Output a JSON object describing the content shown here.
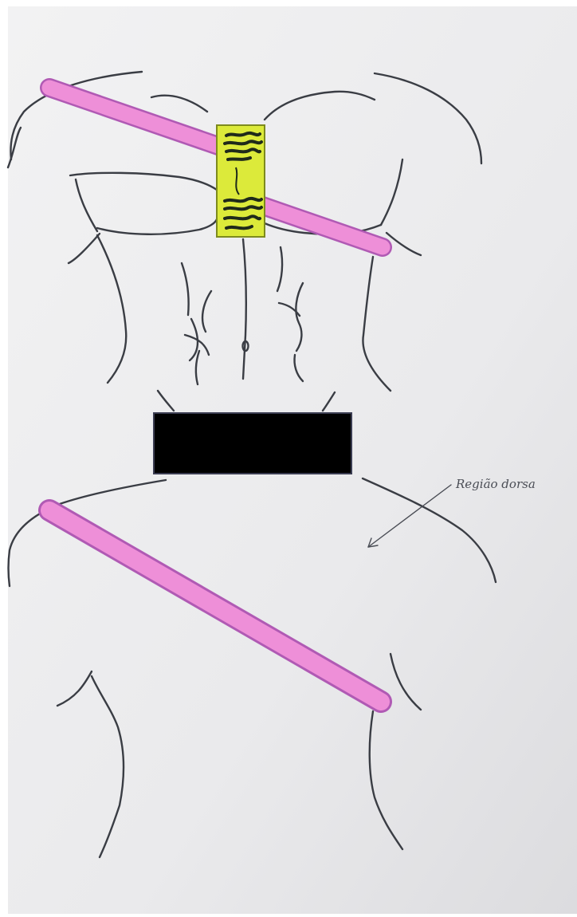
{
  "annotation": {
    "label": "Região dorsa"
  },
  "colors": {
    "paper": "#ececee",
    "ink": "#3a3d44",
    "strap_fill": "#ee8fd8",
    "strap_edge": "#b05ab4",
    "device_fill": "#dcea3a",
    "device_border": "#7d8a1e",
    "device_mark": "#1f2a1a",
    "redaction": "#000000"
  },
  "figures": {
    "front_view": "torso-front",
    "back_view": "torso-back",
    "redacted_region": "redaction-box"
  }
}
